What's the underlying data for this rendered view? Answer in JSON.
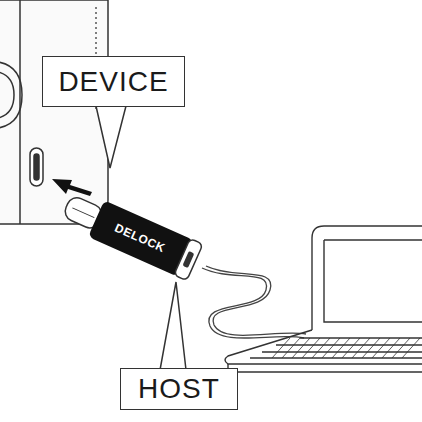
{
  "diagram": {
    "nodes": [
      {
        "text": [
          "DEVICE"
        ]
      },
      {
        "text": [
          "HOST"
        ]
      }
    ],
    "labels": [
      "DELOCK"
    ]
  }
}
